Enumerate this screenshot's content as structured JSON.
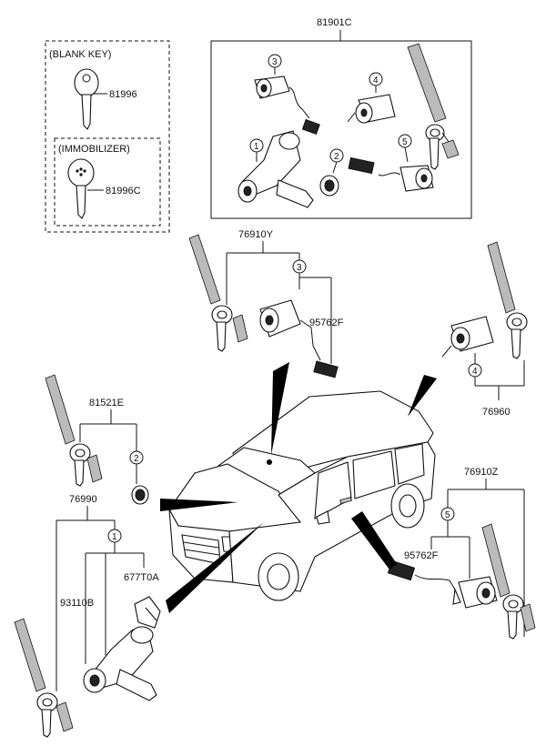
{
  "box_labels": {
    "blank_key": "(BLANK KEY)",
    "immobilizer": "(IMMOBILIZER)"
  },
  "part_numbers": {
    "blank_key": "81996",
    "immobilizer_key": "81996C",
    "lock_set": "81901C",
    "door_lock_lh": "76910Y",
    "wire_lh": "95762F",
    "tailgate_lock": "76960",
    "glove_box_set": "81521E",
    "ignition_set": "76990",
    "ignition_body": "93110B",
    "immobilizer_module": "677T0A",
    "door_lock_rh": "76910Z",
    "wire_rh": "95762F"
  },
  "callouts": {
    "c1": "1",
    "c2": "2",
    "c3": "3",
    "c4": "4",
    "c5": "5"
  },
  "colors": {
    "line": "#111111",
    "background": "#ffffff",
    "leader": "#000000"
  }
}
